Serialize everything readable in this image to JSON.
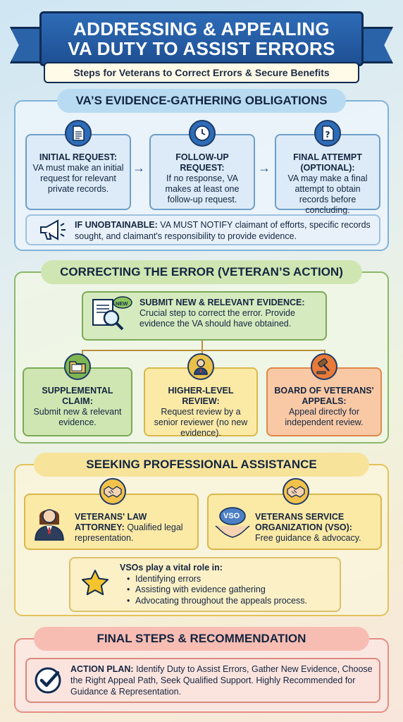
{
  "header": {
    "title_line1": "ADDRESSING & APPEALING",
    "title_line2": "VA DUTY TO ASSIST ERRORS",
    "subtitle": "Steps for Veterans to Correct Errors & Secure Benefits"
  },
  "section1": {
    "title": "VA’S EVIDENCE-GATHERING OBLIGATIONS",
    "cards": [
      {
        "heading": "INITIAL REQUEST:",
        "body": "VA must make an initial request for relevant private records.",
        "icon": "document-icon"
      },
      {
        "heading": "FOLLOW-UP REQUEST:",
        "body": "If no response, VA makes at least one follow-up request.",
        "icon": "clock-icon"
      },
      {
        "heading": "FINAL ATTEMPT (OPTIONAL):",
        "body": "VA may make a final attempt to obtain records before concluding.",
        "icon": "question-document-icon"
      }
    ],
    "notify_heading": "IF UNOBTAINABLE:",
    "notify_emphasis": "VA MUST NOTIFY",
    "notify_body": "claimant of efforts, specific records sought, and claimant's responsibility to provide evidence."
  },
  "section2": {
    "title": "CORRECTING THE ERROR (VETERAN’S ACTION)",
    "evidence_heading": "SUBMIT NEW & RELEVANT EVIDENCE:",
    "evidence_body": "Crucial step to correct the error. Provide evidence the VA should have obtained.",
    "new_badge": "NEW",
    "options": [
      {
        "heading": "SUPPLEMENTAL CLAIM:",
        "body": "Submit new & relevant evidence.",
        "icon": "folder-icon",
        "color": "#cfe6b2"
      },
      {
        "heading": "HIGHER-LEVEL REVIEW:",
        "body": "Request review by a senior reviewer (no new evidence).",
        "icon": "reviewer-icon",
        "color": "#fbe9a6"
      },
      {
        "heading": "BOARD OF VETERANS' APPEALS:",
        "body": "Appeal directly for independent review.",
        "icon": "gavel-icon",
        "color": "#f9c9a5"
      }
    ]
  },
  "section3": {
    "title": "SEEKING PROFESSIONAL ASSISTANCE",
    "attorney_heading": "VETERANS' LAW ATTORNEY:",
    "attorney_body": "Qualified legal representation.",
    "vso_heading": "VETERANS SERVICE ORGANIZATION (VSO):",
    "vso_body": "Free guidance & advocacy.",
    "vso_badge": "VSO",
    "vso_role_heading": "VSOs play a vital role in:",
    "vso_roles": [
      "Identifying errors",
      "Assisting with evidence gathering",
      "Advocating throughout the appeals process."
    ]
  },
  "section4": {
    "title": "FINAL STEPS & RECOMMENDATION",
    "action_heading": "ACTION PLAN:",
    "action_body": "Identify Duty to Assist Errors, Gather New Evidence, Choose the Right Appeal Path, Seek Qualified Support. Highly Recommended for Guidance & Representation."
  },
  "colors": {
    "navy": "#1e4f93",
    "blue_section": "#b9dbf2",
    "green_section": "#cfe6b2",
    "yellow_section": "#f7e49a",
    "red_section": "#f7bdb3"
  }
}
